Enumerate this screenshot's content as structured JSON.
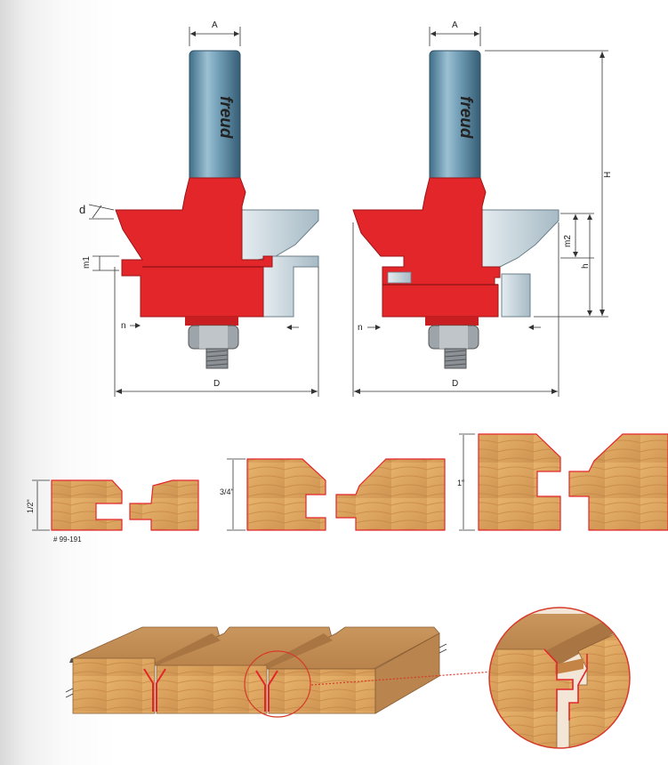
{
  "dimensions": {
    "A": "A",
    "d": "d",
    "m1": "m1",
    "m2": "m2",
    "n": "n",
    "D": "D",
    "H": "H",
    "h": "h"
  },
  "brand": "freud",
  "thickness_labels": [
    "1/2\"",
    "3/4\"",
    "1\""
  ],
  "part_number": "# 99-191",
  "colors": {
    "cutter": "#e3262a",
    "shank": "#5f8fa9",
    "carbide": "#b9c9d2",
    "wood": "#d9a35c",
    "grain": "#c38445",
    "part_number": "#d63a2a"
  }
}
